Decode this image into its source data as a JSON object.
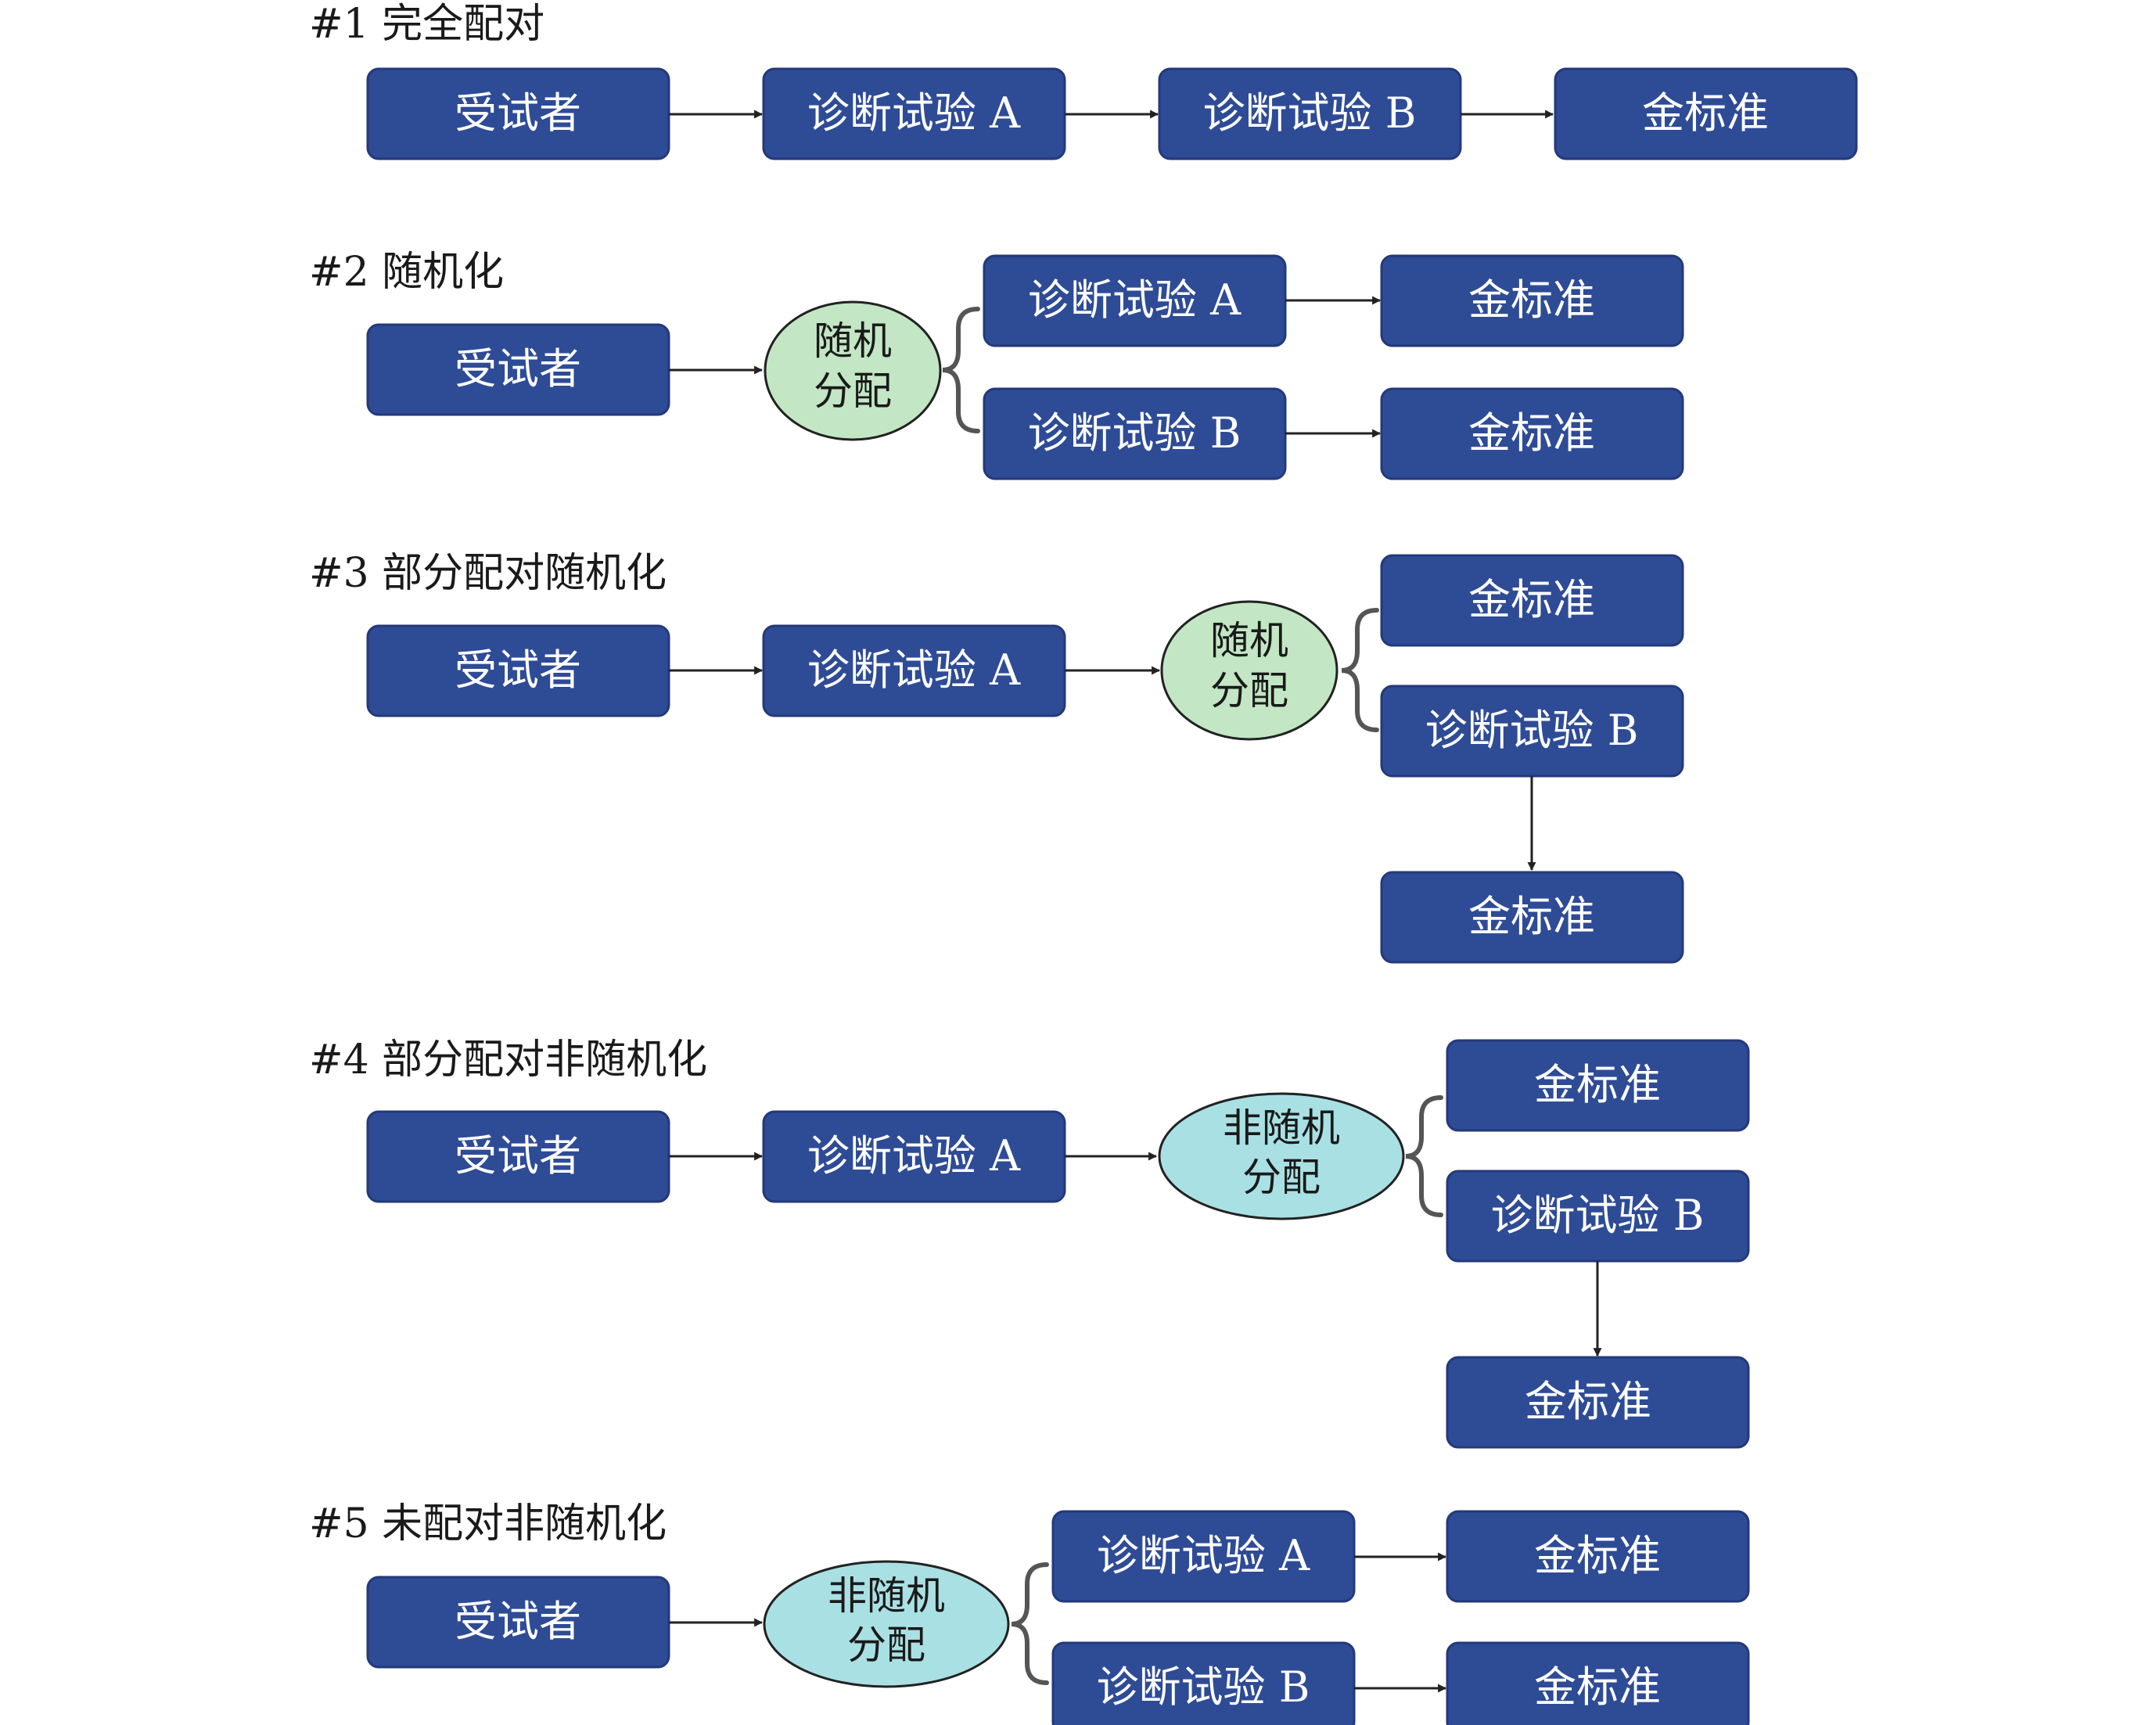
{
  "colors": {
    "box_fill": "#2e4b96",
    "box_stroke": "#24397a",
    "oval_green": "#c3e6c4",
    "oval_cyan": "#a9e0e3",
    "arrow": "#222222",
    "brace": "#555555"
  },
  "sections": [
    {
      "title": "#1 完全配对",
      "boxes": [
        "受试者",
        "诊断试验 A",
        "诊断试验 B",
        "金标准"
      ]
    },
    {
      "title": "#2 随机化",
      "boxes": [
        "受试者",
        "诊断试验 A",
        "金标准",
        "诊断试验 B",
        "金标准"
      ],
      "oval": [
        "随机",
        "分配"
      ]
    },
    {
      "title": "#3 部分配对随机化",
      "boxes": [
        "受试者",
        "诊断试验 A",
        "金标准",
        "诊断试验 B",
        "金标准"
      ],
      "oval": [
        "随机",
        "分配"
      ]
    },
    {
      "title": "#4 部分配对非随机化",
      "boxes": [
        "受试者",
        "诊断试验 A",
        "金标准",
        "诊断试验 B",
        "金标准"
      ],
      "oval": [
        "非随机",
        "分配"
      ]
    },
    {
      "title": "#5 未配对非随机化",
      "boxes": [
        "受试者",
        "诊断试验 A",
        "金标准",
        "诊断试验 B",
        "金标准"
      ],
      "oval": [
        "非随机",
        "分配"
      ]
    }
  ]
}
